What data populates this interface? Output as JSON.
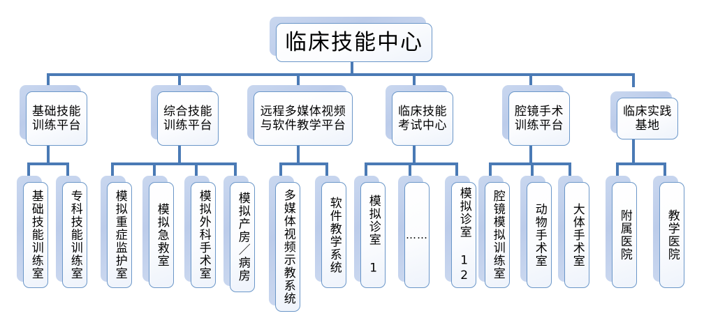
{
  "diagram": {
    "title": "临床技能中心",
    "type": "organization-tree",
    "colors": {
      "line": "#4a7ab5",
      "box_border": "#6a96c8",
      "box_shadow": "#c5d3ec",
      "box_face": "#ffffff",
      "text": "#000000",
      "background": "#ffffff"
    },
    "root": {
      "label": "临床技能中心"
    },
    "level2": [
      {
        "label": "基础技能训练平台"
      },
      {
        "label": "综合技能训练平台"
      },
      {
        "label": "远程多媒体视频与软件教学平台"
      },
      {
        "label": "临床技能考试中心"
      },
      {
        "label": "腔镜手术训练平台"
      },
      {
        "label": "临床实践基地"
      }
    ],
    "level3": [
      {
        "label": "基础技能训练室",
        "parent": "基础技能训练平台"
      },
      {
        "label": "专科技能训练室",
        "parent": "基础技能训练平台"
      },
      {
        "label": "模拟重症监护室",
        "parent": "综合技能训练平台"
      },
      {
        "label": "模拟急救室",
        "parent": "综合技能训练平台"
      },
      {
        "label": "模拟外科手术室",
        "parent": "综合技能训练平台"
      },
      {
        "label": "模拟产房／病房",
        "parent": "综合技能训练平台"
      },
      {
        "label": "多媒体视频示教系统",
        "parent": "远程多媒体视频与软件教学平台"
      },
      {
        "label": "软件教学系统",
        "parent": "远程多媒体视频与软件教学平台"
      },
      {
        "label": "模拟诊室 1",
        "parent": "临床技能考试中心"
      },
      {
        "label": "……",
        "parent": "临床技能考试中心"
      },
      {
        "label": "模拟诊室 12",
        "parent": "临床技能考试中心"
      },
      {
        "label": "腔镜模拟训练室",
        "parent": "腔镜手术训练平台"
      },
      {
        "label": "动物手术室",
        "parent": "腔镜手术训练平台"
      },
      {
        "label": "大体手术室",
        "parent": "腔镜手术训练平台"
      },
      {
        "label": "附属医院",
        "parent": "临床实践基地"
      },
      {
        "label": "教学医院",
        "parent": "临床实践基地"
      }
    ]
  }
}
